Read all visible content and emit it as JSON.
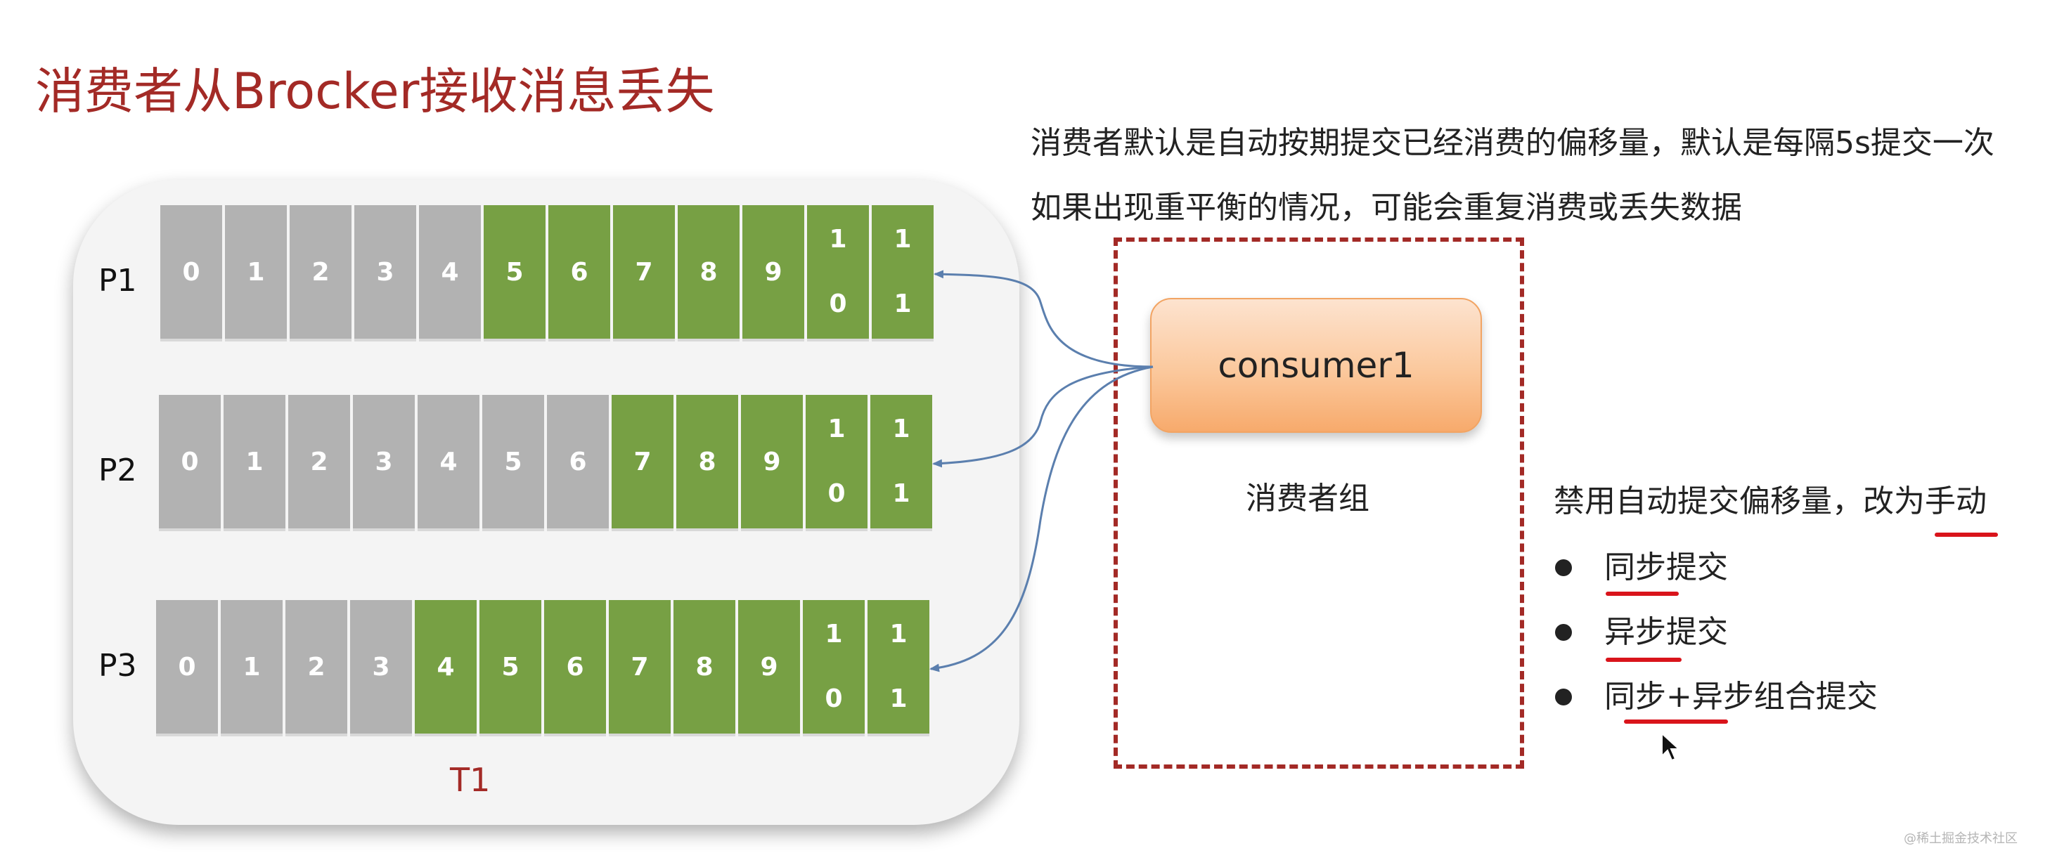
{
  "title": "消费者从Brocker接收消息丢失",
  "description": {
    "line1": "消费者默认是自动按期提交已经消费的偏移量，默认是每隔5s提交一次",
    "line2": "如果出现重平衡的情况，可能会重复消费或丢失数据"
  },
  "topic": {
    "label": "T1",
    "partitions": [
      {
        "name": "P1",
        "offsets": [
          "0",
          "1",
          "2",
          "3",
          "4",
          "5",
          "6",
          "7",
          "8",
          "9",
          "10",
          "11"
        ],
        "committed_up_to": 4
      },
      {
        "name": "P2",
        "offsets": [
          "0",
          "1",
          "2",
          "3",
          "4",
          "5",
          "6",
          "7",
          "8",
          "9",
          "10",
          "11"
        ],
        "committed_up_to": 6
      },
      {
        "name": "P3",
        "offsets": [
          "0",
          "1",
          "2",
          "3",
          "4",
          "5",
          "6",
          "7",
          "8",
          "9",
          "10",
          "11"
        ],
        "committed_up_to": 3
      }
    ]
  },
  "consumer_group": {
    "consumer": "consumer1",
    "label": "消费者组"
  },
  "solution": {
    "heading": "禁用自动提交偏移量，改为手动",
    "items": [
      "同步提交",
      "异步提交",
      "同步+异步组合提交"
    ]
  },
  "watermark": "@稀土掘金技术社区",
  "colors": {
    "title": "#a32a26",
    "consumed_cell": "#b2b2b2",
    "pending_cell": "#77a044",
    "group_border": "#a32a26",
    "arrow": "#5b7fae",
    "underline": "#d9141b"
  }
}
